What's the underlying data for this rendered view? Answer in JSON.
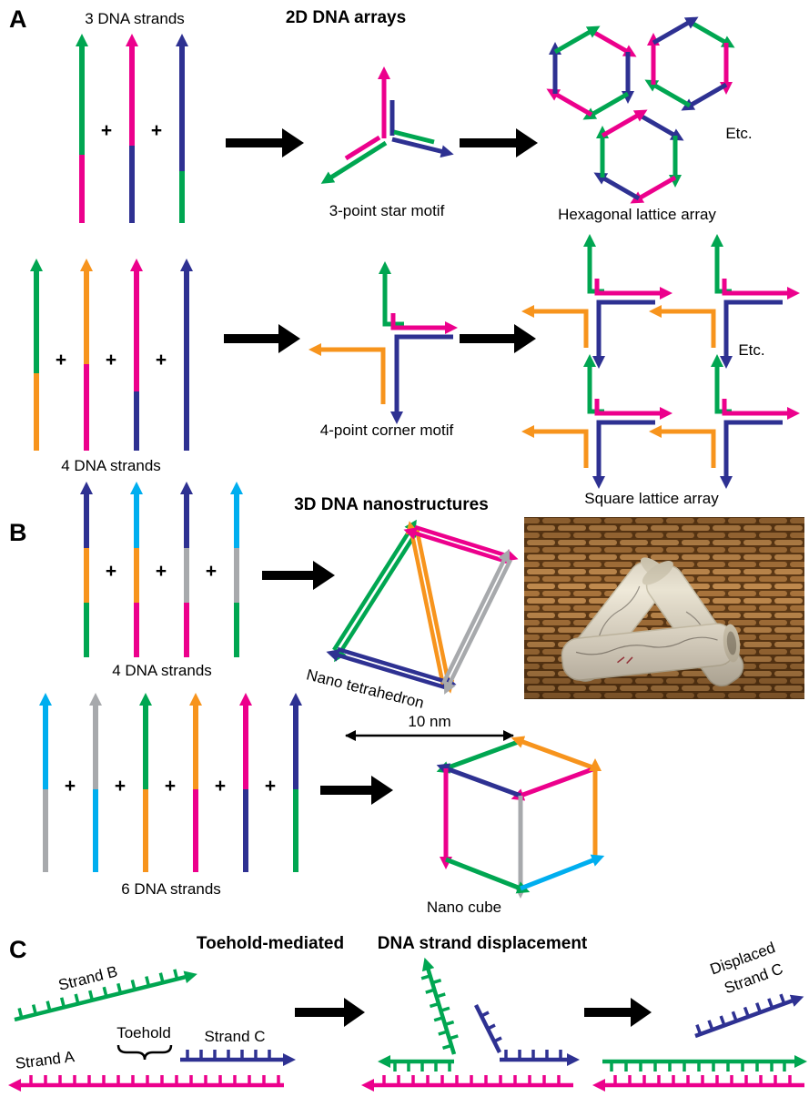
{
  "symbols": {
    "plus": "+"
  },
  "panelA": {
    "letter": "A",
    "title": "2D DNA arrays",
    "row1": {
      "strands_label": "3 DNA strands",
      "motif_label": "3-point star motif",
      "array_label": "Hexagonal lattice array",
      "etc_label": "Etc."
    },
    "row2": {
      "strands_label": "4 DNA strands",
      "motif_label": "4-point corner motif",
      "array_label": "Square lattice array",
      "etc_label": "Etc."
    }
  },
  "panelB": {
    "letter": "B",
    "title": "3D DNA nanostructures",
    "row1": {
      "strands_label": "4 DNA strands",
      "structure_label": "Nano tetrahedron"
    },
    "scale_label": "10 nm",
    "row2": {
      "strands_label": "6 DNA strands",
      "structure_label": "Nano cube"
    }
  },
  "panelC": {
    "letter": "C",
    "title_left": "Toehold-mediated",
    "title_right": "DNA strand displacement",
    "strand_b_label": "Strand B",
    "toehold_label": "Toehold",
    "strand_c_label": "Strand C",
    "strand_a_label": "Strand A",
    "displaced_label_line1": "Displaced",
    "displaced_label_line2": "Strand C"
  },
  "colors": {
    "green": "#00A651",
    "magenta": "#EC008C",
    "navy": "#2E3192",
    "orange": "#F7941D",
    "cyan": "#00AEEF",
    "gray": "#A7A9AC",
    "black": "#000000"
  }
}
